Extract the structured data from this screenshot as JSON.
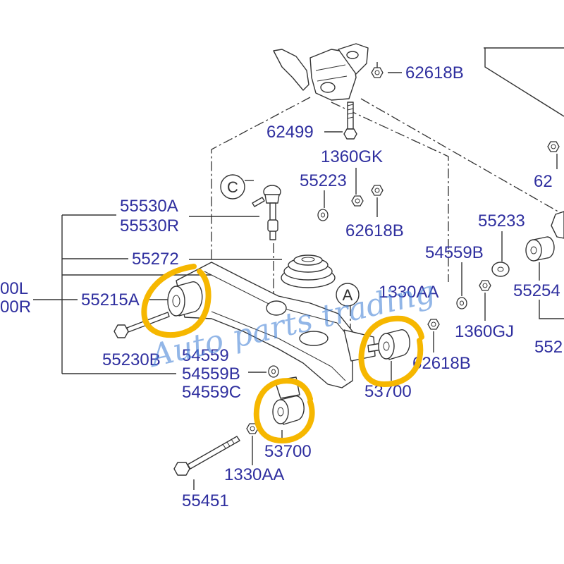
{
  "labels": {
    "top_nut": "62618B",
    "bracket_bolt": "62499",
    "nut_gk": "1360GK",
    "bushing_55223": "55223",
    "nut_mid": "62618B",
    "link_a": "55530A",
    "link_r": "55530R",
    "spring_pad": "55272",
    "arm_l": "00L",
    "arm_r": "00R",
    "bushing_left": "55215A",
    "bolt_left": "55230B",
    "washer_54559": "54559",
    "washer_54559b_left": "54559B",
    "washer_54559c": "54559C",
    "bushing_bottom": "53700",
    "nut_bottom": "1330AA",
    "bolt_long": "55451",
    "bushing_right": "53700",
    "nut_right": "62618B",
    "nut_right_top": "1330AA",
    "nut_gj": "1360GJ",
    "washer_54559b_right": "54559B",
    "washer_55233": "55233",
    "bushing_55254": "55254",
    "edge_right_top": "62",
    "edge_right_bottom": "552"
  },
  "callouts": {
    "c": "C",
    "a": "A"
  },
  "watermark": "Auto parts trading",
  "colors": {
    "label": "#2f2f9f",
    "highlight": "#f6b700",
    "watermark": "#4a86d8",
    "line": "#333333"
  }
}
